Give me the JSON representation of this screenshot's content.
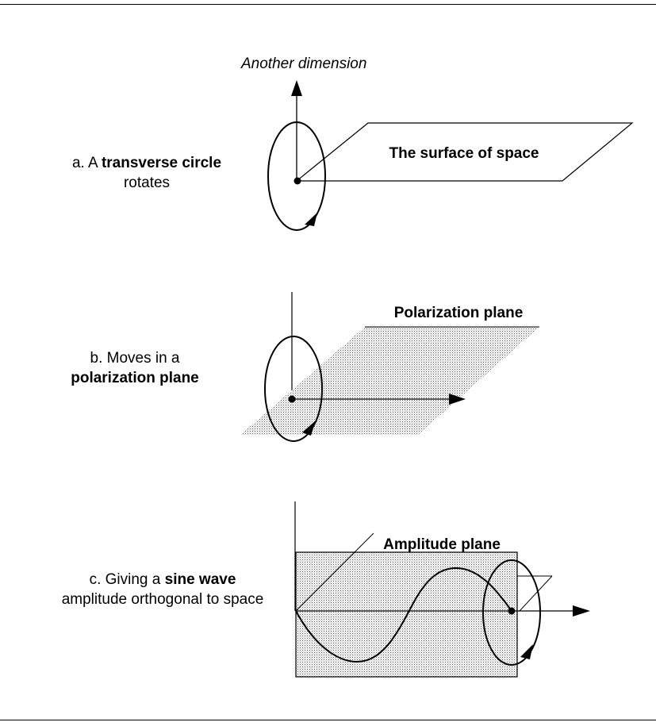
{
  "panels": {
    "a": {
      "axis_label": "Another dimension",
      "plane_label": "The surface of space",
      "caption": {
        "pre": "a. A ",
        "bold": "transverse circle",
        "post": "rotates"
      }
    },
    "b": {
      "plane_label": "Polarization plane",
      "caption": {
        "pre": "b. Moves in a",
        "bold": "polarization plane",
        "post": ""
      }
    },
    "c": {
      "plane_label": "Amplitude plane",
      "caption": {
        "pre": "c. Giving a ",
        "bold": "sine wave",
        "post": "amplitude orthogonal to space"
      }
    }
  }
}
